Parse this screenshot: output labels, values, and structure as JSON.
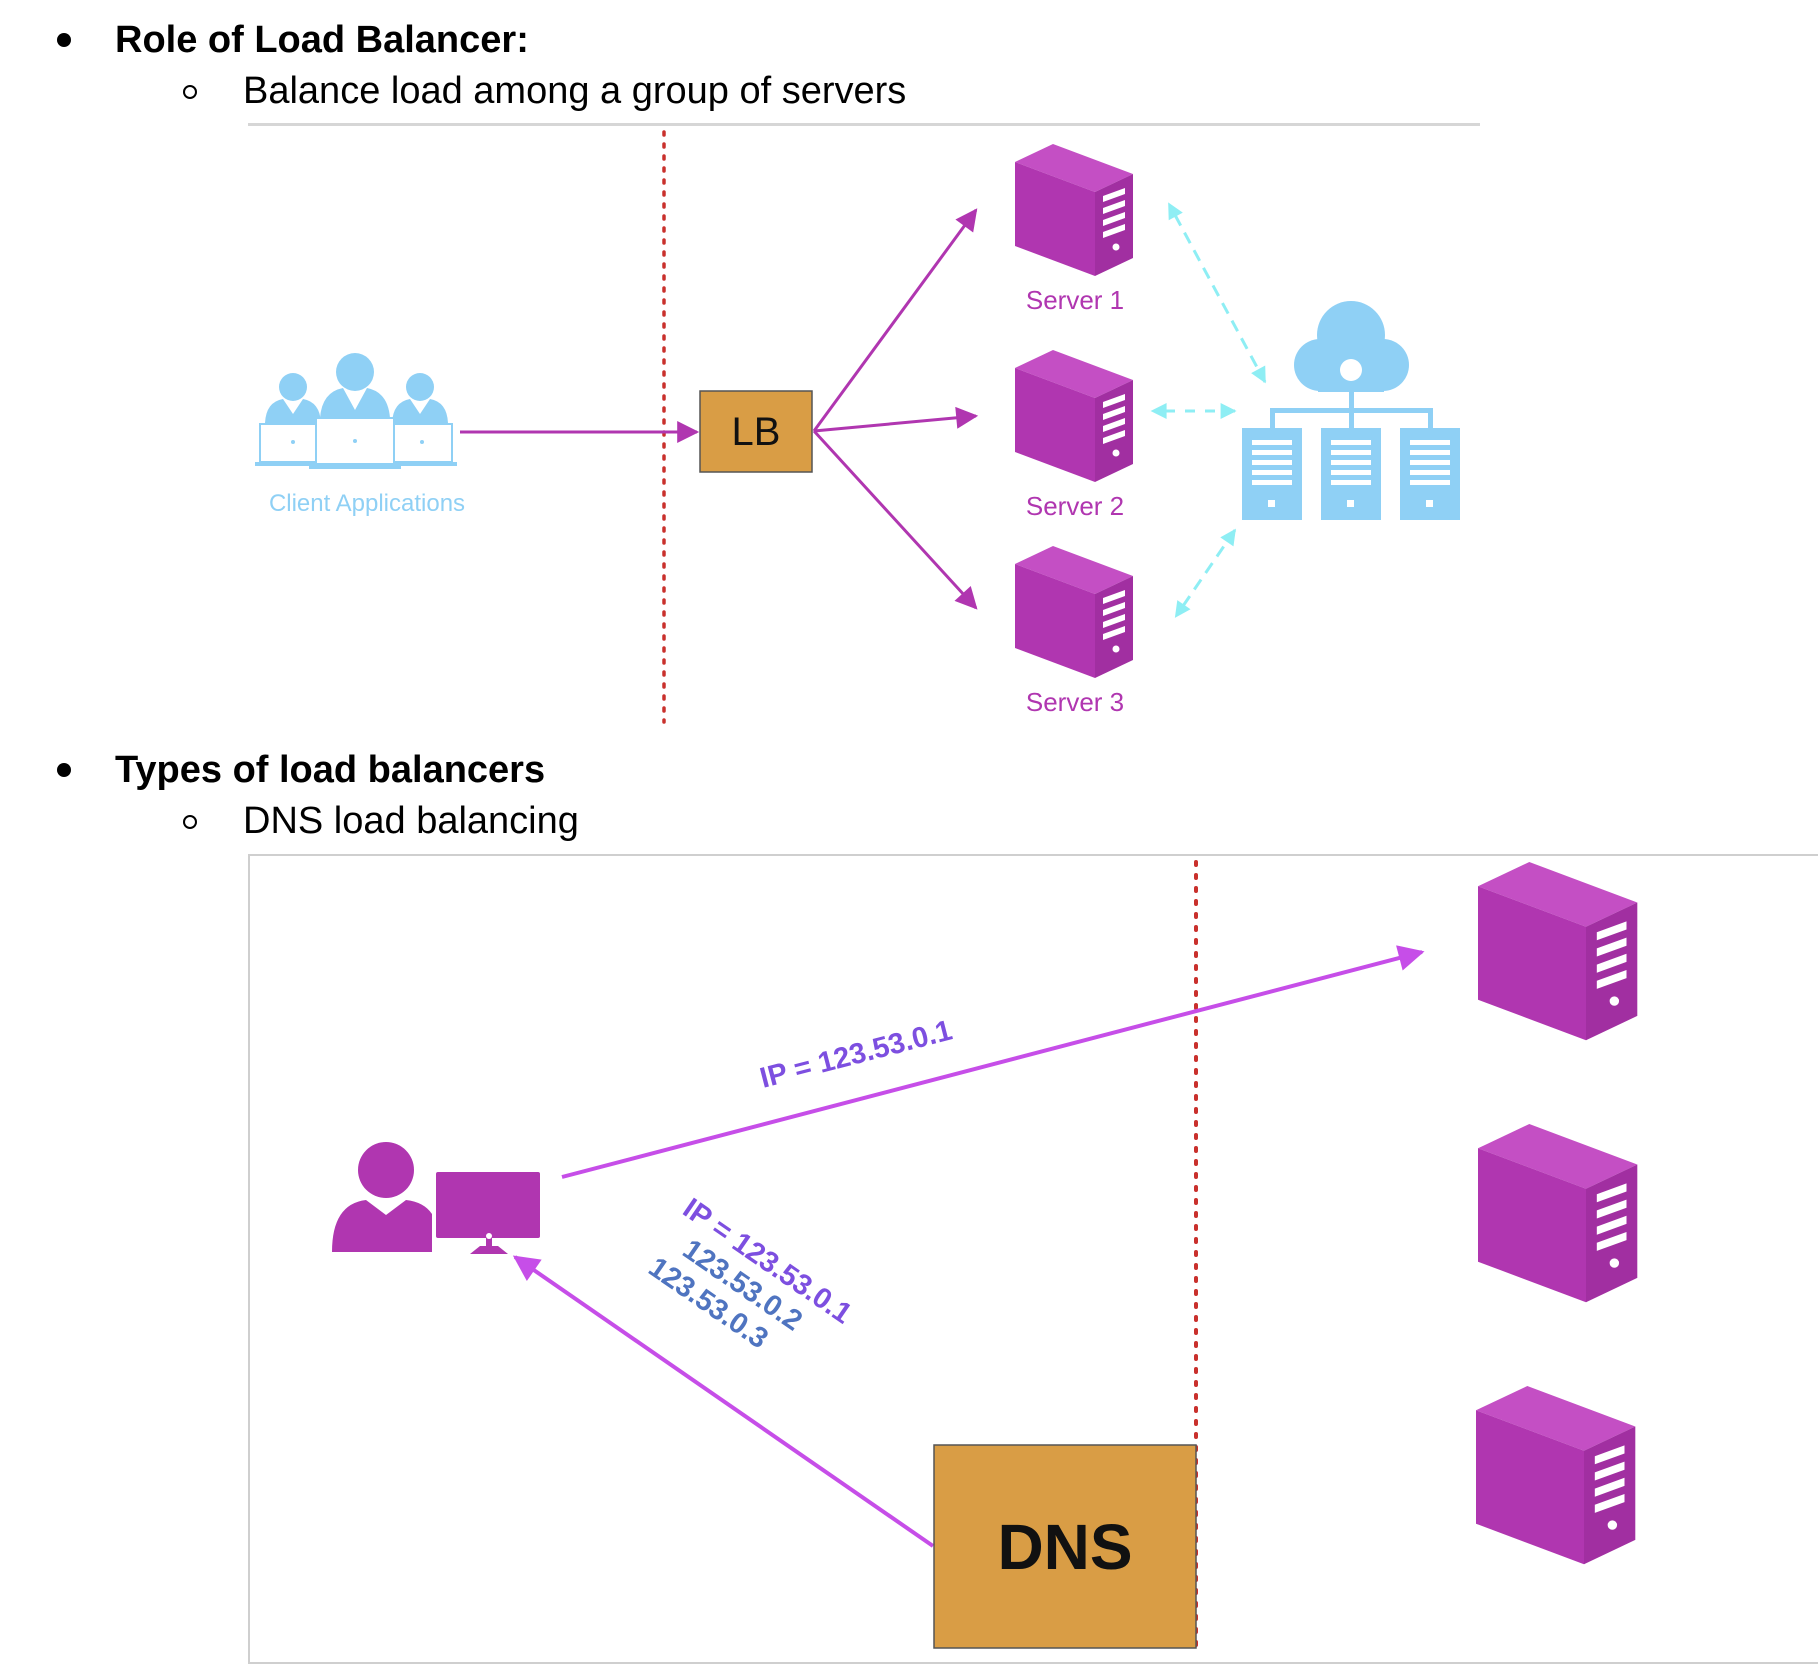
{
  "section1": {
    "heading": "Role of Load Balancer:",
    "subitem": "Balance load among a group of servers",
    "diagram": {
      "clients_label": "Client Applications",
      "lb_label": "LB",
      "servers": [
        "Server 1",
        "Server 2",
        "Server 3"
      ]
    }
  },
  "section2": {
    "heading": "Types of load balancers",
    "subitem": "DNS load balancing",
    "diagram": {
      "dns_label": "DNS",
      "request_label": "IP = 123.53.0.1",
      "response_lines": [
        "IP = 123.53.0.1",
        "123.53.0.2",
        "123.53.0.3"
      ]
    }
  },
  "colors": {
    "purple": "#b036b0",
    "arrow_purple": "#c64ee8",
    "light_blue": "#8fd0f5",
    "cyan": "#8eeef4",
    "orange": "#d99d45",
    "red_dotted": "#c9302c",
    "ip_purple": "#7d4fe0",
    "ip_blue": "#4f74c0"
  }
}
